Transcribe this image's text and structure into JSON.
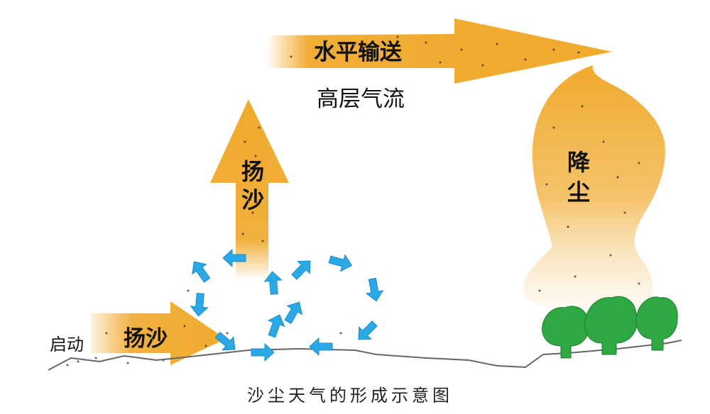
{
  "labels": {
    "horizontal_transport": "水平输送",
    "high_airflow": "高层气流",
    "raise_sand_vertical": "扬沙",
    "raise_sand_horizontal": "扬沙",
    "start": "启动",
    "dust_deposition": "降尘"
  },
  "caption": "沙尘天气的形成示意图",
  "colors": {
    "sand_arrow": "#F0A92C",
    "swirl_arrow": "#2BA8E6",
    "tree": "#2EA843",
    "ground_line": "#666666",
    "text": "#111111"
  }
}
